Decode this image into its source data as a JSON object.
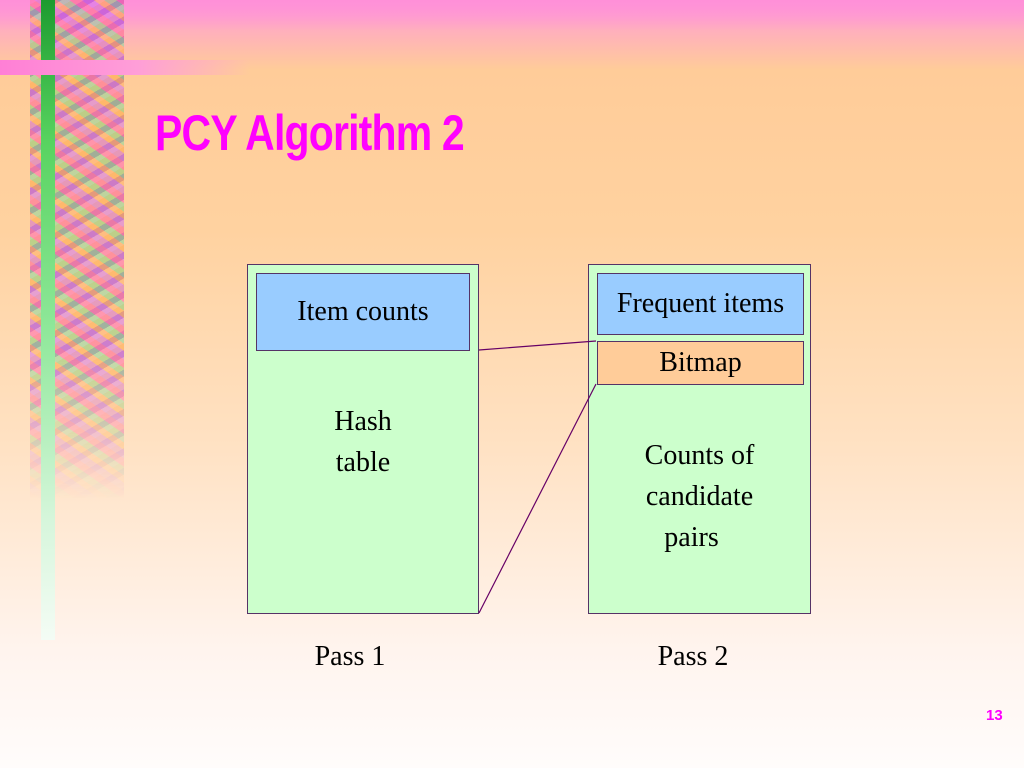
{
  "slide": {
    "title": "PCY Algorithm 2",
    "page_number": "13"
  },
  "pass1": {
    "item_counts": "Item counts",
    "hash_line1": "Hash",
    "hash_line2": "table",
    "label": "Pass 1"
  },
  "pass2": {
    "frequent_items": "Frequent items",
    "bitmap": "Bitmap",
    "counts_line1": "Counts of",
    "counts_line2": "candidate",
    "counts_line3": "pairs",
    "label": "Pass 2"
  },
  "colors": {
    "title": "#ff00ff",
    "box_fill": "#ccffcc",
    "item_counts_fill": "#99ccff",
    "bitmap_fill": "#ffcc99",
    "connector": "#660066"
  }
}
